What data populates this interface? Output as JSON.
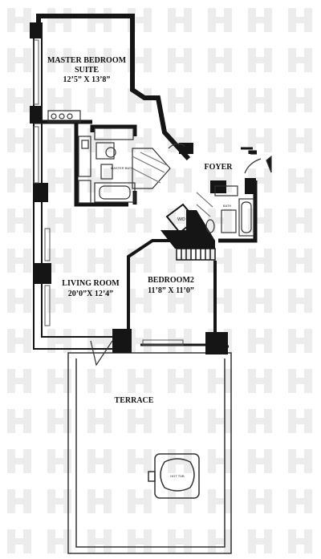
{
  "rooms": {
    "master_bedroom": {
      "name_line1": "MASTER BEDROOM",
      "name_line2": "SUITE",
      "dimensions": "12’5” X 13’8”"
    },
    "foyer": {
      "name": "FOYER"
    },
    "living_room": {
      "name": "LIVING ROOM",
      "dimensions": "20’0”X 12’4”"
    },
    "bedroom2": {
      "name": "BEDROOM2",
      "dimensions": "11’8” X 11’0”"
    },
    "terrace": {
      "name": "TERRACE"
    }
  },
  "fixtures": {
    "master_bath": "MASTER BATH",
    "bath": "BATH",
    "washer_dryer": "W/D",
    "hot_tub": "HOT TUB"
  },
  "colors": {
    "wall": "#151515",
    "watermark": "#e9e9e9",
    "line": "#333333"
  }
}
